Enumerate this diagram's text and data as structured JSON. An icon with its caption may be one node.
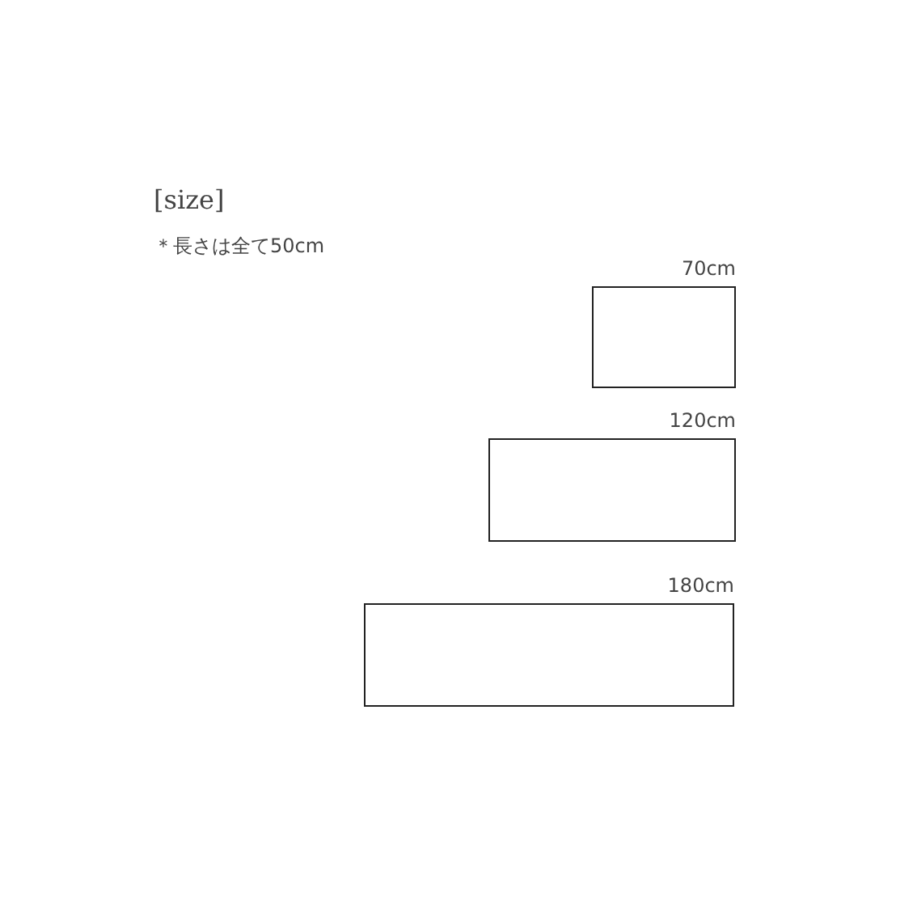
{
  "diagram": {
    "title": "[size]",
    "nodes": [
      {
        "text": [],
        "shape": "box",
        "beside": [
          "70cm"
        ]
      },
      {
        "text": [],
        "shape": "box",
        "beside": [
          "120cm"
        ]
      },
      {
        "text": [],
        "shape": "box",
        "beside": [
          "180cm"
        ]
      }
    ],
    "labels": [
      "＊長さは全て50cm"
    ]
  }
}
